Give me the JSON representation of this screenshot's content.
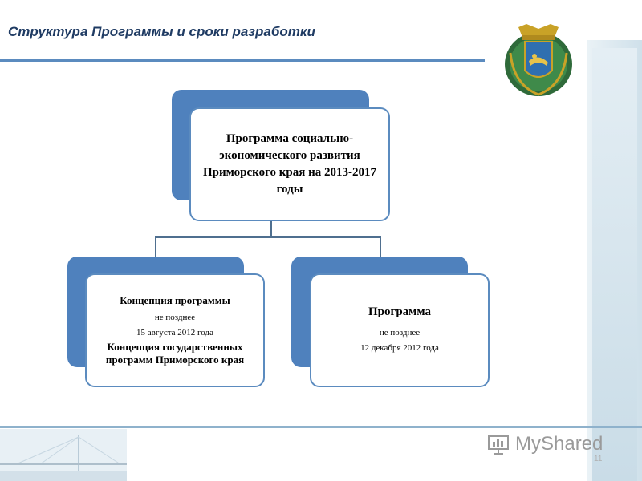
{
  "header": {
    "title": "Структура Программы и сроки разработки"
  },
  "emblem": {
    "icon": "coat-of-arms-icon"
  },
  "diagram": {
    "top": {
      "text": "Программа социально-экономического развития Приморского края на 2013-2017 годы"
    },
    "left": {
      "heading": "Концепция программы",
      "line1": "не позднее",
      "line2": "15 августа 2012 года",
      "body": "Концепция государственных программ Приморского края"
    },
    "right": {
      "heading": "Программа",
      "line1": "не позднее",
      "line2": "12 декабря 2012 года"
    }
  },
  "footer": {
    "watermark": "MyShared",
    "page_number": "11"
  },
  "colors": {
    "accent": "#4f81bd",
    "border": "#5b8bbf",
    "title": "#1f3b63"
  }
}
